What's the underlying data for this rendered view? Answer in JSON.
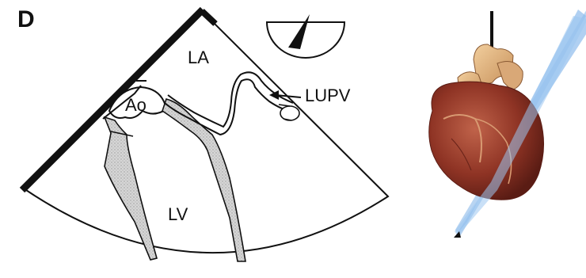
{
  "figure": {
    "panel_letter": "D",
    "labels": {
      "left_atrium": "LA",
      "aorta": "Ao",
      "left_ventricle": "LV",
      "pulmonary_vein": "LUPV"
    },
    "colors": {
      "sector_outline": "#111111",
      "septum_fill": "#cfcfcf",
      "plane": "#7fb2e8",
      "heart_muscle": "#9a3a2a",
      "great_vessels": "#e6b98a",
      "probe": "#111111"
    },
    "icons": [
      "probe-orientation-icon",
      "heart-3d-icon",
      "imaging-plane-icon",
      "transducer-probe-icon"
    ]
  }
}
